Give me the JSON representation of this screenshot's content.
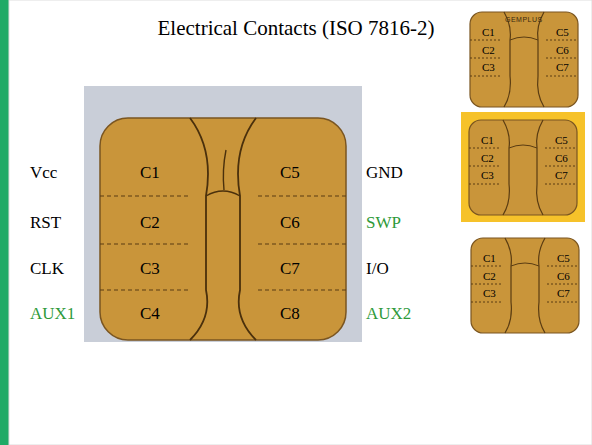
{
  "diagram": {
    "title": "Electrical Contacts (ISO 7816-2)",
    "labels": [
      "Vcc",
      "RST",
      "CLK",
      "AUX1",
      "C1",
      "C2",
      "C3",
      "C4",
      "C5",
      "C6",
      "C7",
      "C8",
      "GND",
      "SWP",
      "I/O",
      "AUX2",
      "GEMPLUS",
      "C1",
      "C5",
      "C2",
      "C6",
      "C3",
      "C7",
      "C1",
      "C5",
      "C2",
      "C6",
      "C3",
      "C7",
      "C1",
      "C5",
      "C2",
      "C6",
      "C3",
      "C7"
    ]
  }
}
